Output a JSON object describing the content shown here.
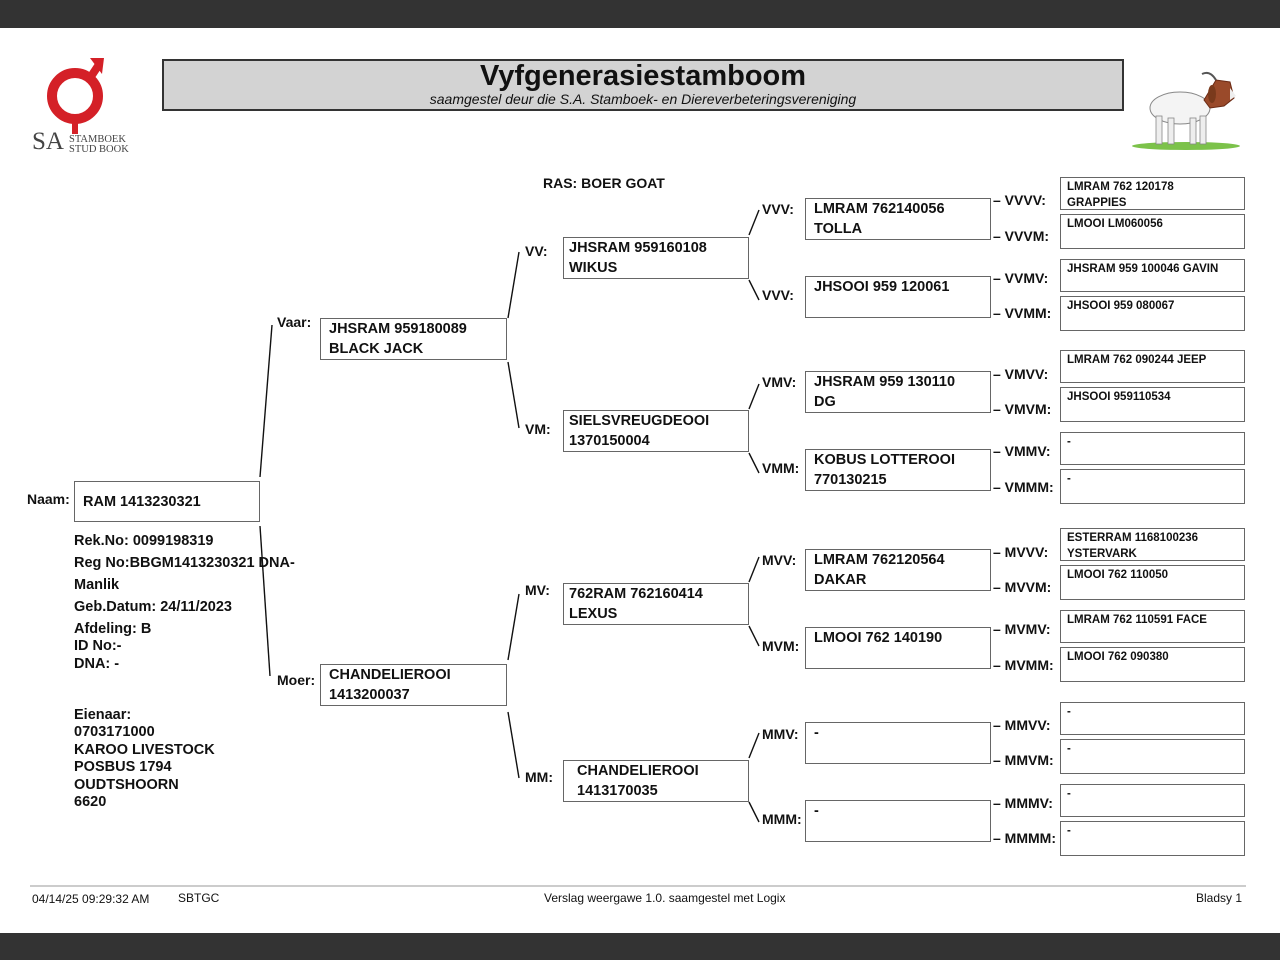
{
  "header": {
    "title": "Vyfgenerasiestamboom",
    "subtitle": "saamgestel deur die S.A. Stamboek- en Diereverbeteringsvereniging",
    "logo_text_large": "SA",
    "logo_text_line1": "STAMBOEK",
    "logo_text_line2": "STUD BOOK",
    "breed": "RAS: BOER GOAT"
  },
  "animal": {
    "name_label": "Naam:",
    "name": "RAM 1413230321",
    "info": [
      "Rek.No: 0099198319",
      "Reg No:BBGM1413230321 DNA-",
      "Manlik",
      "Geb.Datum: 24/11/2023",
      "Afdeling: B",
      "ID No:-",
      "DNA: -"
    ],
    "owner": [
      "Eienaar:",
      "0703171000",
      "KAROO LIVESTOCK",
      "POSBUS 1794",
      "OUDTSHOORN",
      "6620"
    ]
  },
  "gen1": [
    {
      "label": "Vaar:",
      "line1": "JHSRAM 959180089",
      "line2": "BLACK JACK"
    },
    {
      "label": "Moer:",
      "line1": "CHANDELIEROOI",
      "line2": "1413200037"
    }
  ],
  "gen2": [
    {
      "label": "VV:",
      "line1": "JHSRAM 959160108",
      "line2": "WIKUS"
    },
    {
      "label": "VM:",
      "line1": "SIELSVREUGDEOOI",
      "line2": "1370150004"
    },
    {
      "label": "MV:",
      "line1": "762RAM 762160414",
      "line2": "LEXUS"
    },
    {
      "label": "MM:",
      "line1": "CHANDELIEROOI",
      "line2": "1413170035"
    }
  ],
  "gen3": [
    {
      "label": "VVV:",
      "line1": "LMRAM 762140056",
      "line2": "TOLLA"
    },
    {
      "label": "VVV:",
      "line1": "JHSOOI 959 120061",
      "line2": ""
    },
    {
      "label": "VMV:",
      "line1": "JHSRAM 959 130110",
      "line2": "DG"
    },
    {
      "label": "VMM:",
      "line1": "KOBUS LOTTEROOI",
      "line2": "770130215"
    },
    {
      "label": "MVV:",
      "line1": "LMRAM 762120564",
      "line2": "DAKAR"
    },
    {
      "label": "MVM:",
      "line1": "LMOOI 762 140190",
      "line2": ""
    },
    {
      "label": "MMV:",
      "line1": "-",
      "line2": ""
    },
    {
      "label": "MMM:",
      "line1": "-",
      "line2": ""
    }
  ],
  "gen4": [
    {
      "label": "– VVVV:",
      "line1": "LMRAM 762 120178",
      "line2": "GRAPPIES"
    },
    {
      "label": "– VVVM:",
      "line1": "LMOOI LM060056",
      "line2": ""
    },
    {
      "label": "– VVMV:",
      "line1": "JHSRAM 959 100046 GAVIN",
      "line2": ""
    },
    {
      "label": "– VVMM:",
      "line1": "JHSOOI 959 080067",
      "line2": ""
    },
    {
      "label": "– VMVV:",
      "line1": "LMRAM 762 090244 JEEP",
      "line2": ""
    },
    {
      "label": "– VMVM:",
      "line1": "JHSOOI 959110534",
      "line2": ""
    },
    {
      "label": "– VMMV:",
      "line1": "-",
      "line2": ""
    },
    {
      "label": "– VMMM:",
      "line1": "-",
      "line2": ""
    },
    {
      "label": "– MVVV:",
      "line1": "ESTERRAM 1168100236",
      "line2": "YSTERVARK"
    },
    {
      "label": "– MVVM:",
      "line1": "LMOOI 762 110050",
      "line2": ""
    },
    {
      "label": "– MVMV:",
      "line1": "LMRAM 762 110591 FACE",
      "line2": ""
    },
    {
      "label": "– MVMM:",
      "line1": "LMOOI 762 090380",
      "line2": ""
    },
    {
      "label": "– MMVV:",
      "line1": "-",
      "line2": ""
    },
    {
      "label": "– MMVM:",
      "line1": "-",
      "line2": ""
    },
    {
      "label": "– MMMV:",
      "line1": "-",
      "line2": ""
    },
    {
      "label": "– MMMM:",
      "line1": "-",
      "line2": ""
    }
  ],
  "footer": {
    "timestamp": "04/14/25 09:29:32 AM",
    "code": "SBTGC",
    "report": "Verslag weergawe 1.0. saamgestel met Logix",
    "page": "Bladsy 1"
  },
  "colors": {
    "logo_red": "#d42027",
    "title_bg": "#d3d3d3",
    "bars": "#333333"
  },
  "icons": {
    "logo": "male-symbol-logo",
    "goat": "boer-goat-illustration"
  }
}
